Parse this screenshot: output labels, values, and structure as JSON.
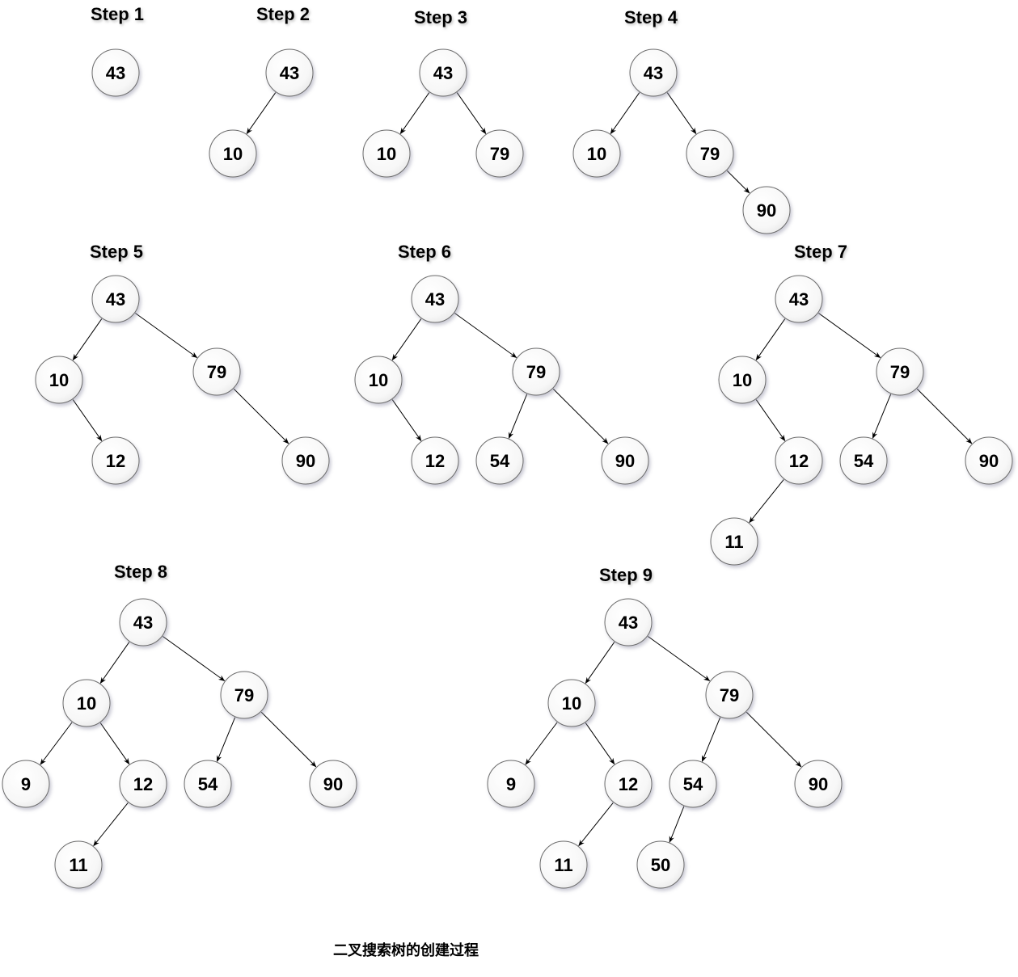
{
  "caption": "二叉搜索树的创建过程",
  "steps": [
    {
      "title": "Step 1",
      "nodes": [
        "43"
      ]
    },
    {
      "title": "Step 2",
      "nodes": [
        "43",
        "10"
      ]
    },
    {
      "title": "Step 3",
      "nodes": [
        "43",
        "10",
        "79"
      ]
    },
    {
      "title": "Step 4",
      "nodes": [
        "43",
        "10",
        "79",
        "90"
      ]
    },
    {
      "title": "Step 5",
      "nodes": [
        "43",
        "10",
        "79",
        "12",
        "90"
      ]
    },
    {
      "title": "Step 6",
      "nodes": [
        "43",
        "10",
        "79",
        "12",
        "54",
        "90"
      ]
    },
    {
      "title": "Step 7",
      "nodes": [
        "43",
        "10",
        "79",
        "12",
        "54",
        "90",
        "11"
      ]
    },
    {
      "title": "Step 8",
      "nodes": [
        "43",
        "10",
        "79",
        "9",
        "12",
        "54",
        "90",
        "11"
      ]
    },
    {
      "title": "Step 9",
      "nodes": [
        "43",
        "10",
        "79",
        "9",
        "12",
        "54",
        "90",
        "11",
        "50"
      ]
    }
  ],
  "edges": [
    [],
    [
      [
        0,
        1
      ]
    ],
    [
      [
        0,
        1
      ],
      [
        0,
        2
      ]
    ],
    [
      [
        0,
        1
      ],
      [
        0,
        2
      ],
      [
        2,
        3
      ]
    ],
    [
      [
        0,
        1
      ],
      [
        0,
        2
      ],
      [
        1,
        3
      ],
      [
        2,
        4
      ]
    ],
    [
      [
        0,
        1
      ],
      [
        0,
        2
      ],
      [
        1,
        3
      ],
      [
        2,
        4
      ],
      [
        2,
        5
      ]
    ],
    [
      [
        0,
        1
      ],
      [
        0,
        2
      ],
      [
        1,
        3
      ],
      [
        2,
        4
      ],
      [
        2,
        5
      ],
      [
        3,
        6
      ]
    ],
    [
      [
        0,
        1
      ],
      [
        0,
        2
      ],
      [
        1,
        3
      ],
      [
        1,
        4
      ],
      [
        2,
        5
      ],
      [
        2,
        6
      ],
      [
        4,
        7
      ]
    ],
    [
      [
        0,
        1
      ],
      [
        0,
        2
      ],
      [
        1,
        3
      ],
      [
        1,
        4
      ],
      [
        2,
        5
      ],
      [
        2,
        6
      ],
      [
        4,
        7
      ],
      [
        5,
        8
      ]
    ]
  ]
}
